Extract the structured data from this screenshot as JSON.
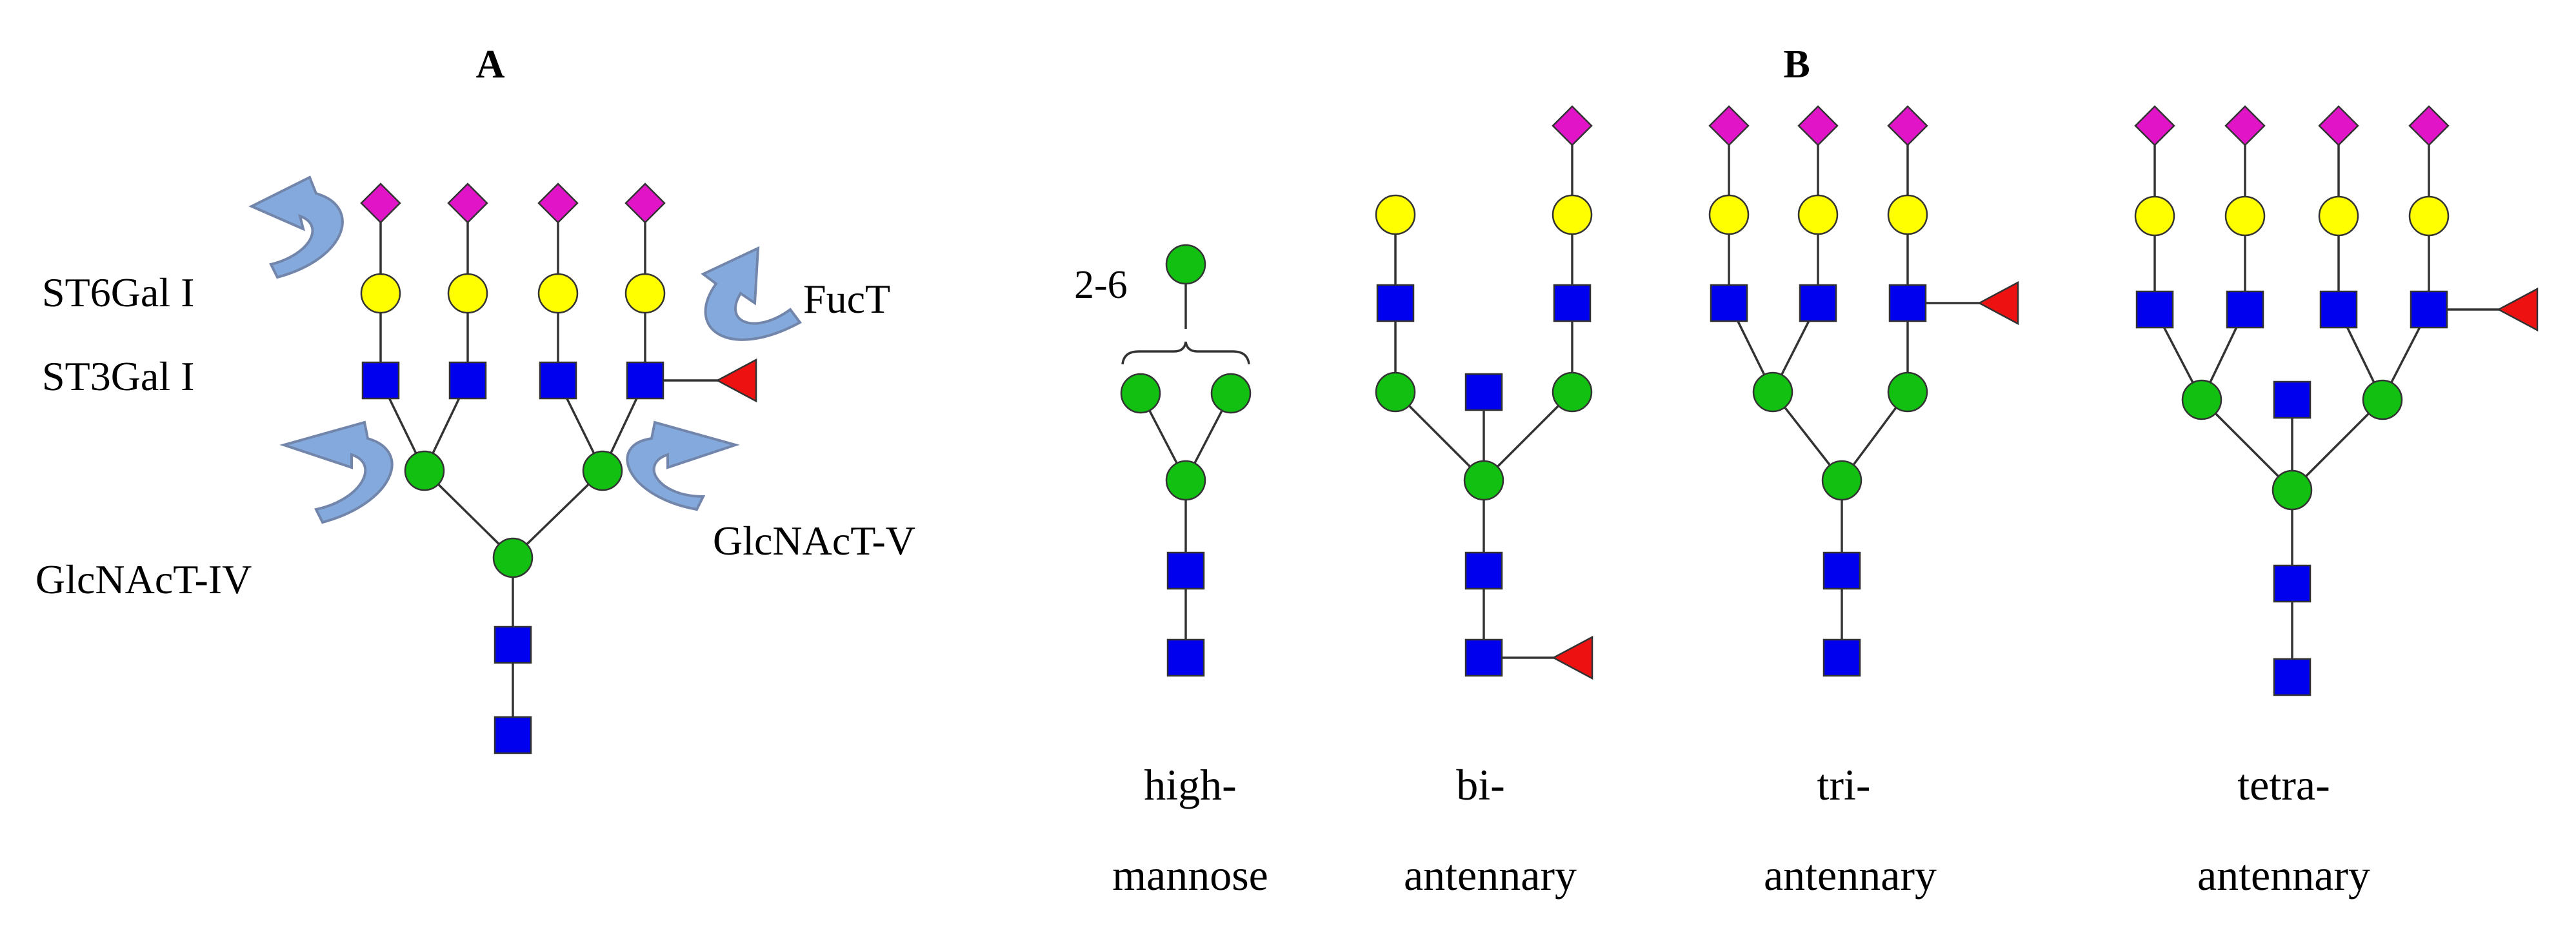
{
  "colors": {
    "glcnac": "#0000ee",
    "mannose": "#11c011",
    "galactose": "#ffff00",
    "sialic_acid": "#e214c8",
    "fucose": "#ee1111",
    "arrow": "#7ea6dc",
    "arrow_shadow": "#6b7fa6"
  },
  "panel_a": {
    "label": "A",
    "enzymes": {
      "st6gal": "ST6Gal I",
      "st3gal": "ST3Gal I",
      "fuct": "FucT",
      "glcnact_iv": "GlcNAcT-IV",
      "glcnact_v": "GlcNAcT-V"
    }
  },
  "panel_b": {
    "label": "B",
    "linkage": "2-6",
    "captions": {
      "high_mannose": [
        "high-",
        "mannose"
      ],
      "bi": [
        "bi-",
        "antennary"
      ],
      "tri": [
        "tri-",
        "antennary"
      ],
      "tetra": [
        "tetra-",
        "antennary"
      ]
    }
  }
}
